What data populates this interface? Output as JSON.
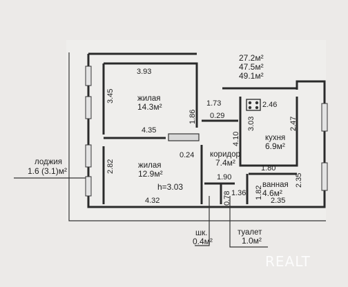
{
  "totals": {
    "area_1": "27.2м²",
    "area_2": "47.5м²",
    "area_3": "49.1м²"
  },
  "rooms": {
    "living_1": {
      "name": "жилая",
      "area": "14.3м²"
    },
    "living_2": {
      "name": "жилая",
      "area": "12.9м²",
      "height": "h=3.03"
    },
    "corridor": {
      "name": "коридор",
      "area": "7.4м²"
    },
    "kitchen": {
      "name": "кухня",
      "area": "6.9м²"
    },
    "bathroom": {
      "name": "ванная",
      "area": "4.6м²"
    }
  },
  "callouts": {
    "loggia": {
      "name": "лоджия",
      "area": "1.6 (3.1)м²"
    },
    "closet": {
      "name": "шк.",
      "area": "0.4м²"
    },
    "toilet": {
      "name": "туалет",
      "area": "1.0м²"
    }
  },
  "dimensions": {
    "d_393": "3.93",
    "d_345": "3.45",
    "d_186": "1.86",
    "d_435": "4.35",
    "d_173": "1.73",
    "d_029": "0.29",
    "d_246": "2.46",
    "d_303": "3.03",
    "d_247": "2.47",
    "d_410": "4.10",
    "d_024": "0.24",
    "d_282": "2.82",
    "d_180": "1.80",
    "d_190": "1.90",
    "d_235a": "2.35",
    "d_078": "0.78",
    "d_136": "1.36",
    "d_182": "1.82",
    "d_235b": "2.35",
    "d_432": "4.32"
  },
  "watermark": "REALT"
}
